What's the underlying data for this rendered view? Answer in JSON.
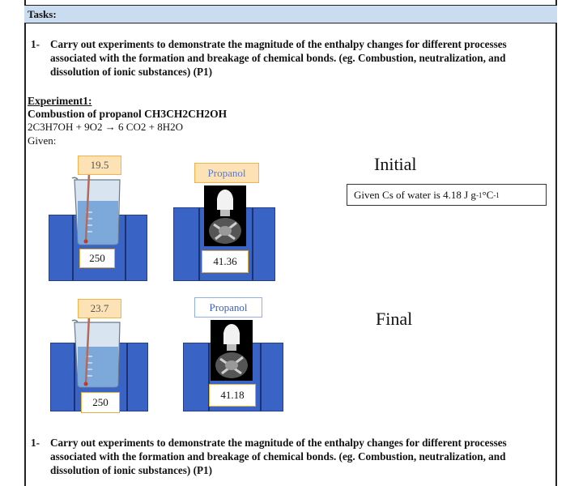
{
  "header": {
    "title": "Tasks:"
  },
  "task1": {
    "num": "1-",
    "text": "Carry out experiments to demonstrate the magnitude of the enthalpy changes for different processes associated with the formation and breakage of chemical bonds. (eg. Combustion, neutralization, and dissolution of ionic substances) (P1)"
  },
  "experiment": {
    "title": "Experiment1:",
    "subtitle": "Combustion of propanol CH3CH2CH2OH",
    "equation": "2C3H7OH + 9O2 → 6 CO2 + 8H2O",
    "given": "Given:"
  },
  "initial": {
    "state": "Initial",
    "temperature": "19.5",
    "volume": "250",
    "fuel_label": "Propanol",
    "mass": "41.36"
  },
  "final": {
    "state": "Final",
    "temperature": "23.7",
    "volume": "250",
    "fuel_label": "Propanol",
    "mass": "41.18"
  },
  "cs": {
    "prefix": "Given Cs of water is 4.18 J g",
    "sup1": "-1",
    "mid": " °C",
    "sup2": "-1"
  },
  "task2": {
    "num": "1-",
    "text": "Carry out experiments to demonstrate the magnitude of the enthalpy changes for different processes associated with the formation and breakage of chemical bonds. (eg. Combustion, neutralization, and dissolution of ionic substances) (P1)"
  }
}
